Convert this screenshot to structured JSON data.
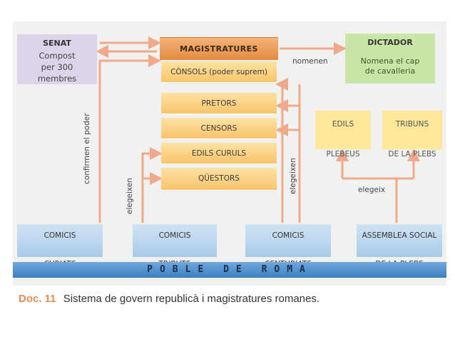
{
  "senat": {
    "title": "SENAT",
    "desc_line1": "Compost",
    "desc_line2": "per 300",
    "desc_line3": "membres"
  },
  "magistratures": {
    "title": "MAGISTRATURES",
    "items": [
      "CÒNSOLS (poder suprem)",
      "PRETORS",
      "CENSORS",
      "EDILS CURULS",
      "QÜESTORS"
    ]
  },
  "dictador": {
    "title": "DICTADOR",
    "desc_line1": "Nomena el cap",
    "desc_line2": "de cavalleria"
  },
  "plebs_magistrates": [
    {
      "line1": "EDILS",
      "line2": "PLEBEUS"
    },
    {
      "line1": "TRIBUNS",
      "line2": "DE LA PLEBS"
    }
  ],
  "assemblies": [
    {
      "line1": "COMICIS",
      "line2": "CURIATS"
    },
    {
      "line1": "COMICIS",
      "line2": "TRIBUTS"
    },
    {
      "line1": "COMICIS",
      "line2": "CENTURIATS"
    },
    {
      "line1": "ASSEMBLEA SOCIAL",
      "line2": "DE LA PLEBS"
    }
  ],
  "labels": {
    "nomenen": "nomenen",
    "confirmen": "confirmen el poder",
    "elegeixen_left": "elegeixen",
    "elegeixen_right": "elegeixen",
    "elegeix": "elegeix"
  },
  "base": "POBLE DE ROMA",
  "caption": {
    "doc": "Doc. 11",
    "text": "Sistema de govern republicà i magistratures romanes."
  },
  "colors": {
    "arrow": "#f0a98c",
    "senat_bg": "#ddd3ea",
    "magistratures_head": "#e28a41",
    "dictador_bg": "#c9e6a8",
    "plebs_bg": "#fde79a",
    "assembly_bg": "#a9cbe9",
    "base_bg": "#3b7fc2"
  }
}
